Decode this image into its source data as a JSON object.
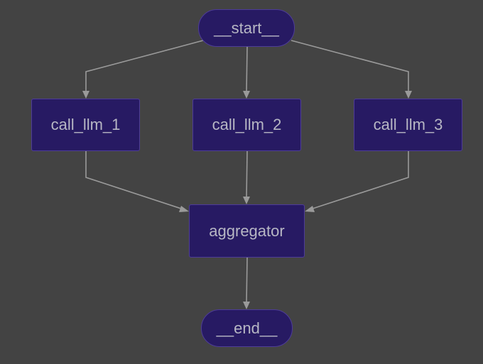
{
  "diagram": {
    "nodes": [
      {
        "id": "start",
        "label": "__start__",
        "shape": "pill"
      },
      {
        "id": "call_llm_1",
        "label": "call_llm_1",
        "shape": "rect"
      },
      {
        "id": "call_llm_2",
        "label": "call_llm_2",
        "shape": "rect"
      },
      {
        "id": "call_llm_3",
        "label": "call_llm_3",
        "shape": "rect"
      },
      {
        "id": "aggregator",
        "label": "aggregator",
        "shape": "rect"
      },
      {
        "id": "end",
        "label": "__end__",
        "shape": "pill"
      }
    ],
    "edges": [
      {
        "from": "start",
        "to": "call_llm_1"
      },
      {
        "from": "start",
        "to": "call_llm_2"
      },
      {
        "from": "start",
        "to": "call_llm_3"
      },
      {
        "from": "call_llm_1",
        "to": "aggregator"
      },
      {
        "from": "call_llm_2",
        "to": "aggregator"
      },
      {
        "from": "call_llm_3",
        "to": "aggregator"
      },
      {
        "from": "aggregator",
        "to": "end"
      }
    ],
    "colors": {
      "background": "#434343",
      "node_fill": "#271a63",
      "node_border": "#4e3c99",
      "node_text": "#b7b7c4",
      "edge": "#9a9a9a"
    }
  }
}
